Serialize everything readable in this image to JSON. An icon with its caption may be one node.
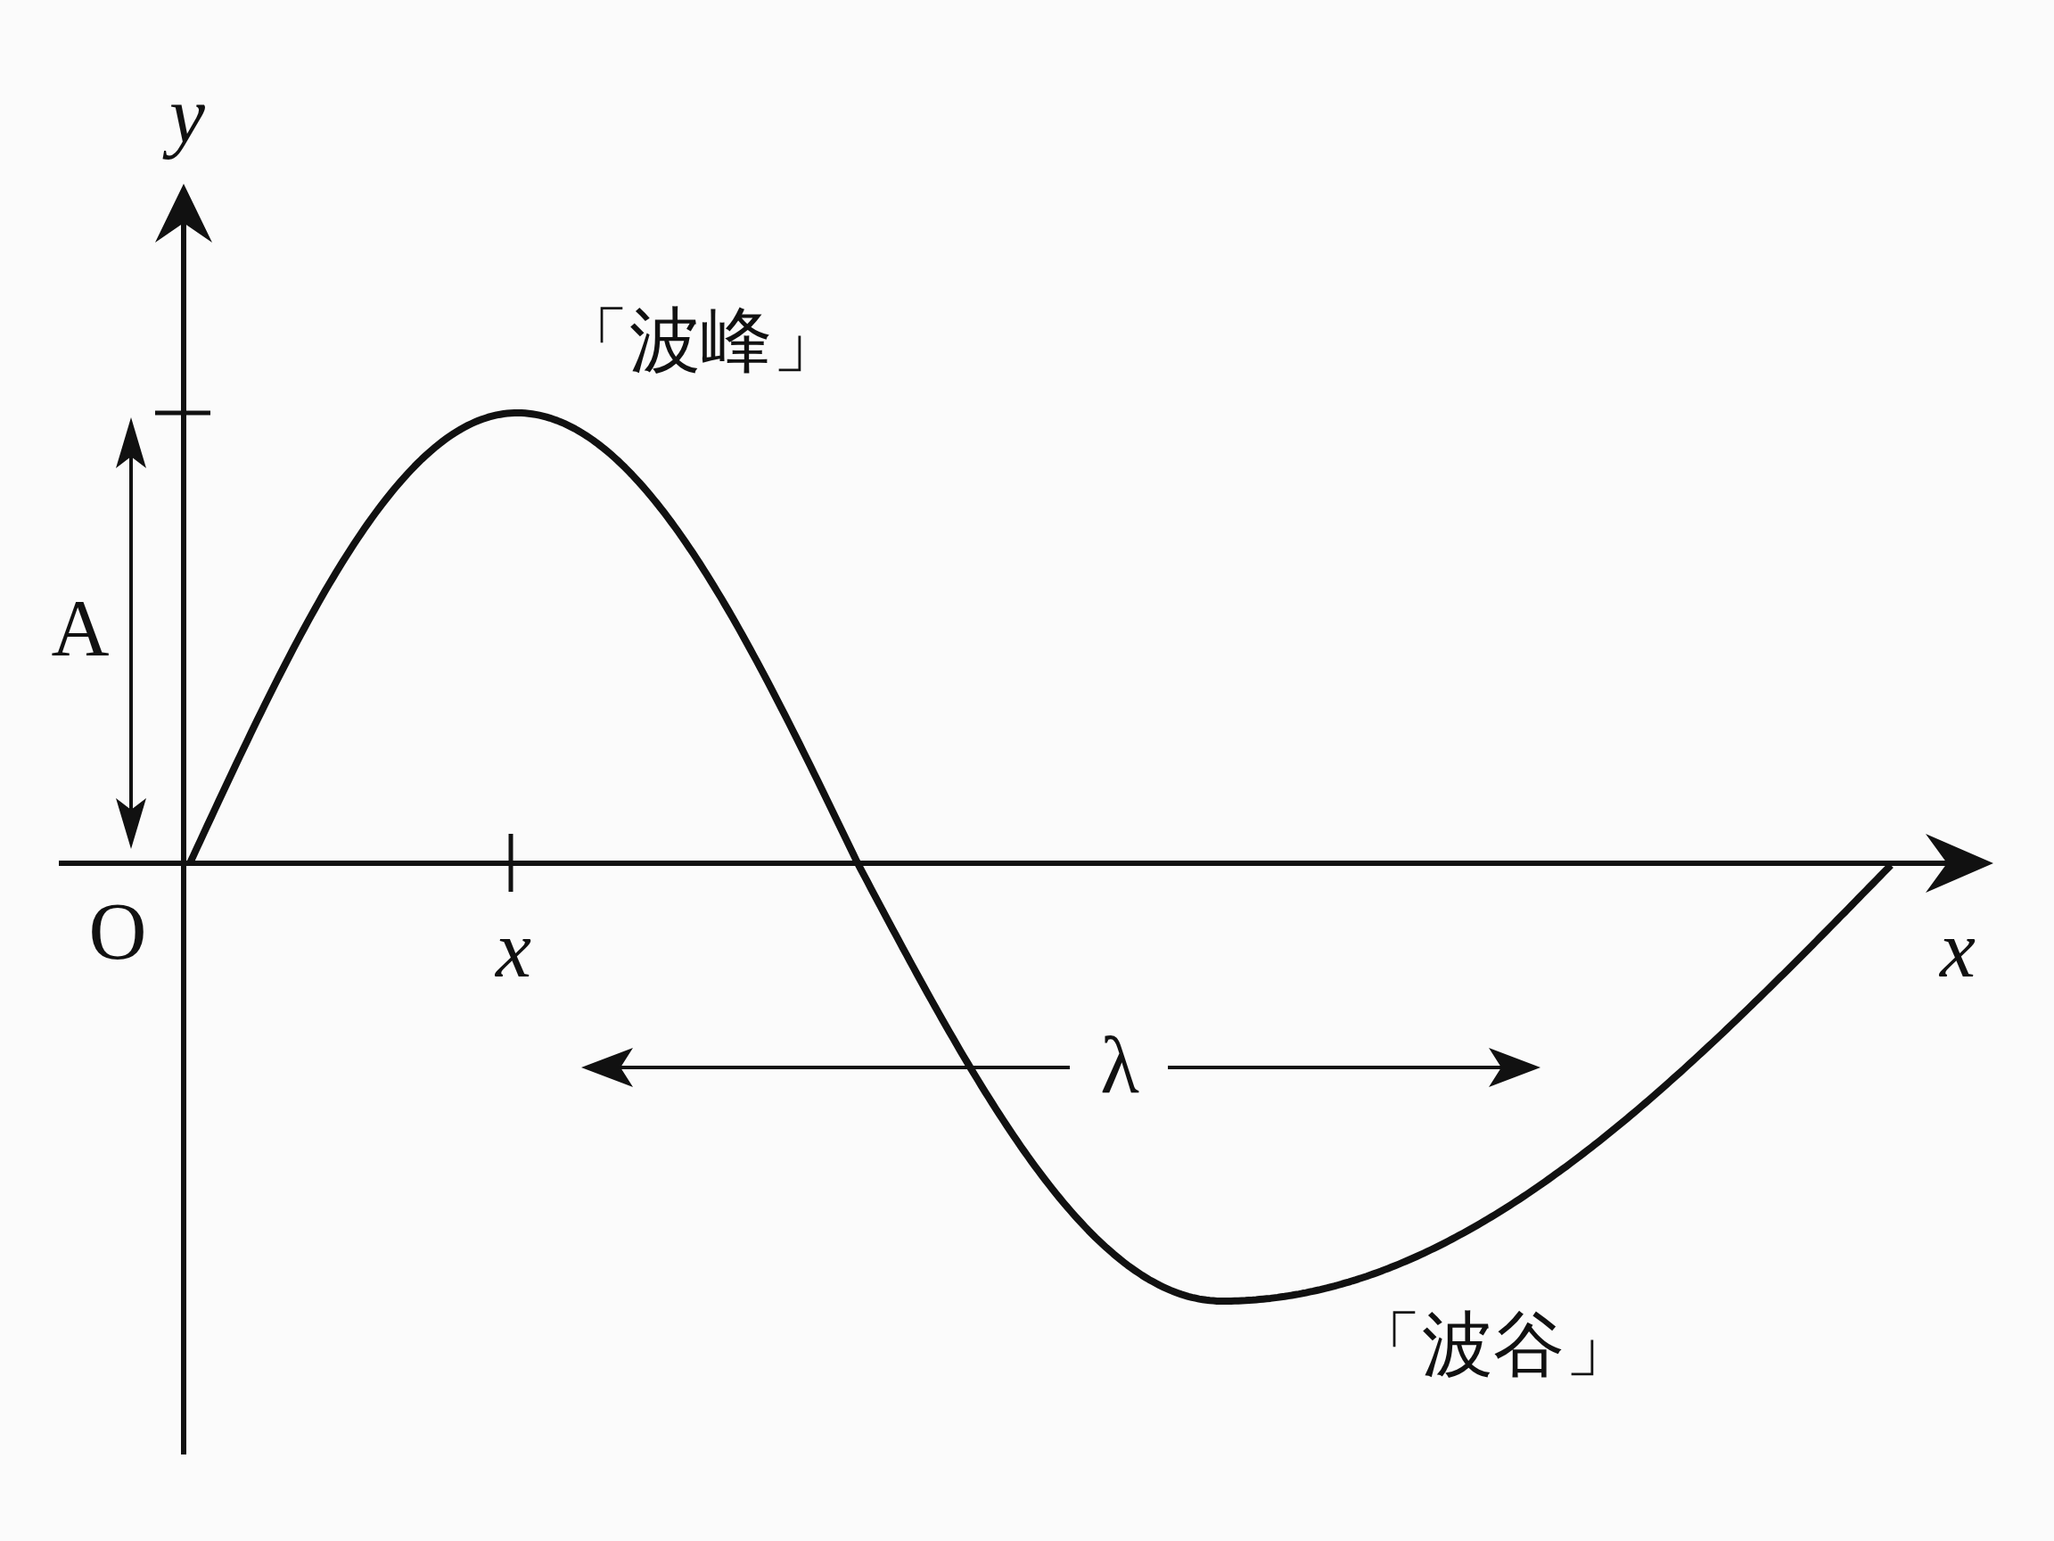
{
  "diagram": {
    "labels": [
      "y",
      "A",
      "O",
      "x",
      "x",
      "λ",
      "「波峰」",
      "「波谷」"
    ]
  }
}
